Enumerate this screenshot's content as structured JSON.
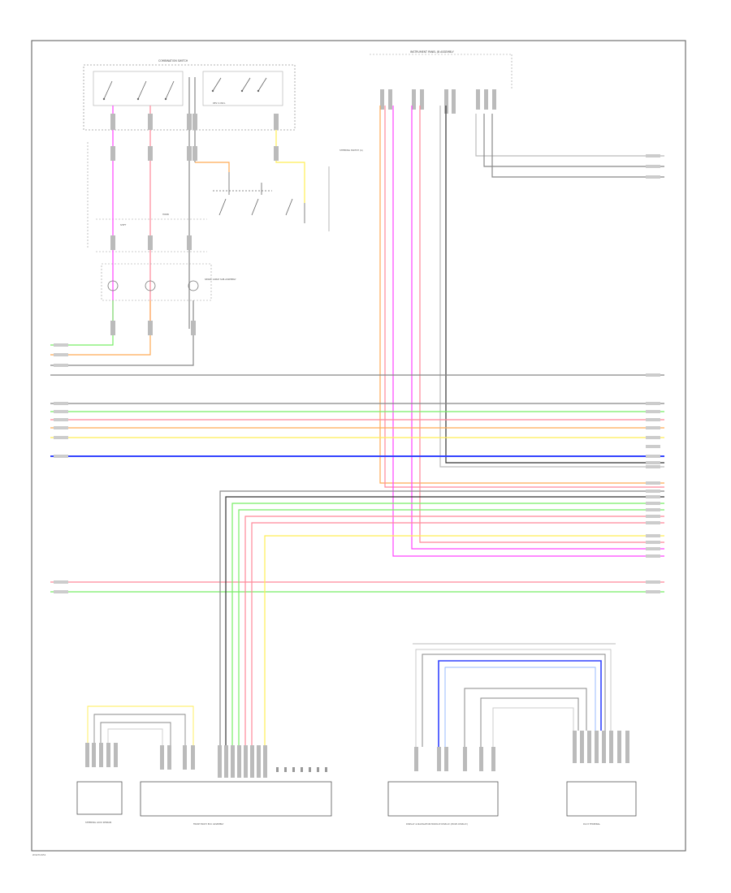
{
  "diagram": {
    "caption": "W-SCH-0151",
    "components": {
      "combination_switch": "COMBINATION SWITCH",
      "steering_switch_label": "STEERING SWITCH (A)",
      "steering_lock_sensor": "STEERING LOCK SENSOR",
      "spiral_cable": "SPIRAL CABLE SUB-ASSEMBLY",
      "instrument_panel_jb": "INSTRUMENT PANEL JB ASSEMBLY",
      "front_body_ecu": "FRONT BODY ECU ASSEMBLY",
      "display_unit": "DISPLAY & NAVIGATION MODULE DISPLAY (MULTI-DISPLAY)",
      "dlc3": "DLC3 TERMINAL"
    }
  },
  "colors": {
    "magenta": "#ff44ff",
    "pink": "#ff8899",
    "green": "#77ee66",
    "orange": "#ffaa55",
    "yellow": "#ffee55",
    "blue": "#3344ff",
    "grey": "#888888",
    "dark": "#333333",
    "lightblue": "#99bbff"
  }
}
